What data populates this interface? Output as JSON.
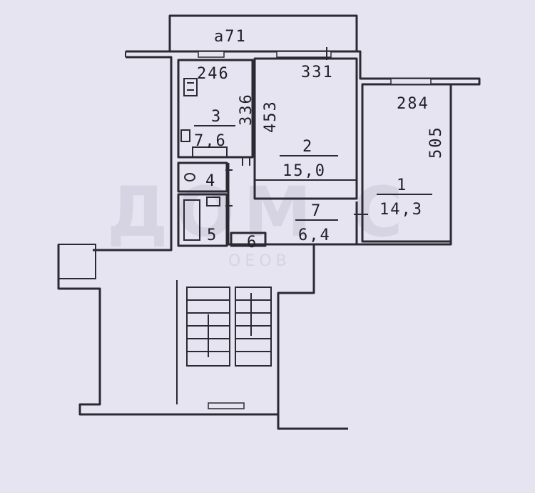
{
  "balcony": {
    "label": "a71"
  },
  "rooms": [
    {
      "id": "room-1",
      "number": "1",
      "area": "14,3",
      "width_dim": "284",
      "height_dim": "505"
    },
    {
      "id": "room-2",
      "number": "2",
      "area": "15,0",
      "width_dim": "331",
      "height_dim": "453"
    },
    {
      "id": "room-3",
      "number": "3",
      "area": "7,6",
      "width_dim": "246",
      "height_dim": "336"
    },
    {
      "id": "room-4",
      "number": "4"
    },
    {
      "id": "room-5",
      "number": "5"
    },
    {
      "id": "room-6",
      "number": "6"
    },
    {
      "id": "room-7",
      "number": "7",
      "area": "6,4"
    }
  ],
  "watermark": {
    "text": "ДОМ С",
    "subtext": "ОЕОВ"
  }
}
